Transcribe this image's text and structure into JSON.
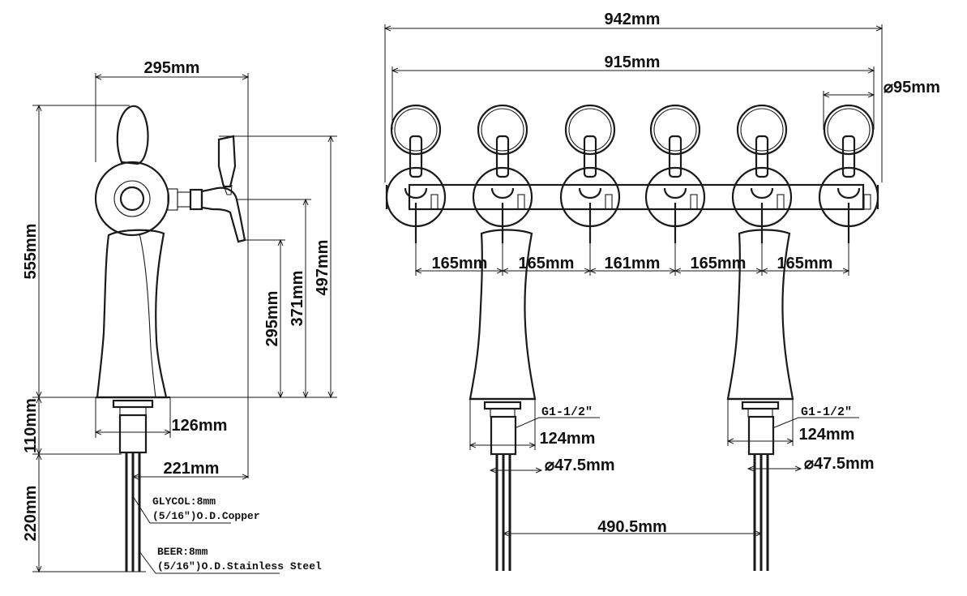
{
  "side_view": {
    "width_top": "295mm",
    "height_total": "555mm",
    "height_tap": "497mm",
    "height_spout": "371mm",
    "height_nozzle": "295mm",
    "shank_height": "110mm",
    "base_width": "126mm",
    "reach": "221mm",
    "tube_length": "220mm",
    "glycol_line1": "GLYCOL:8mm",
    "glycol_line2": "(5/16\")O.D.Copper",
    "beer_line1": "BEER:8mm",
    "beer_line2": "(5/16\")O.D.Stainless Steel"
  },
  "front_view": {
    "overall_width": "942mm",
    "center_span": "915mm",
    "medallion_diameter": "⌀95mm",
    "spacings": [
      "165mm",
      "165mm",
      "161mm",
      "165mm",
      "165mm"
    ],
    "left_thread": "G1-1/2\"",
    "right_thread": "G1-1/2\"",
    "left_base": "124mm",
    "right_base": "124mm",
    "left_tube_diameter": "⌀47.5mm",
    "right_tube_diameter": "⌀47.5mm",
    "column_distance": "490.5mm"
  }
}
